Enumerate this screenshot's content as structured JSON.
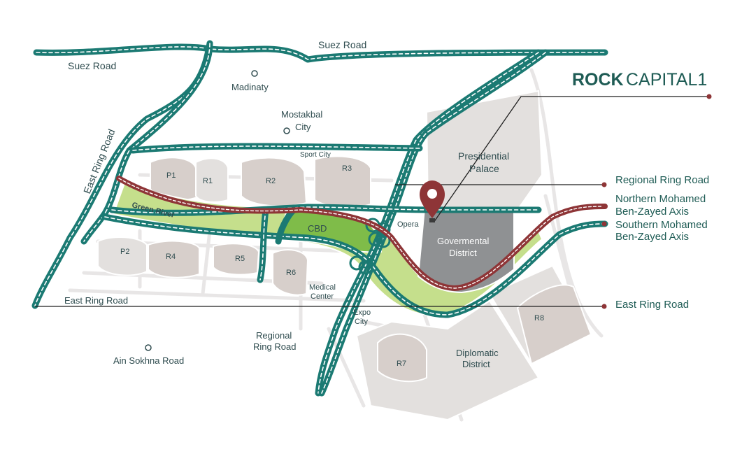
{
  "brand": {
    "prefix": "ROCK",
    "suffix": "CAPITAL1"
  },
  "colors": {
    "road_green": "#1b7a73",
    "road_red": "#8e3537",
    "green_river": "#c5df8c",
    "cbd": "#7fbc49",
    "government": "#8f9193",
    "zone": "#e3e0de",
    "marker": "#8e3537"
  },
  "legend": [
    {
      "label": "Regional Ring Road"
    },
    {
      "label": "Northern Mohamed",
      "label2": "Ben-Zayed Axis"
    },
    {
      "label": "Southern Mohamed",
      "label2": "Ben-Zayed Axis"
    },
    {
      "label": "East Ring Road"
    }
  ],
  "roads": {
    "suez_top": "Suez Road",
    "suez_left": "Suez Road",
    "east_ring_diag": "East Ring Road",
    "east_ring_low": "East Ring Road",
    "regional_ring_1": "Regional",
    "regional_ring_2": "Ring Road",
    "sport_city": "Sport City",
    "green_river": "Green River"
  },
  "places": {
    "madinaty": "Madinaty",
    "mostakbal_1": "Mostakbal",
    "mostakbal_2": "City",
    "ain_sokhna": "Ain Sokhna Road",
    "presidential_1": "Presidential",
    "presidential_2": "Palace",
    "governmental_1": "Govermental",
    "governmental_2": "District",
    "opera": "Opera",
    "cbd": "CBD",
    "medical_1": "Medical",
    "medical_2": "Center",
    "expo_1": "Expo",
    "expo_2": "City",
    "diplomatic_1": "Diplomatic",
    "diplomatic_2": "District"
  },
  "zones": [
    "P1",
    "R1",
    "R2",
    "R3",
    "P2",
    "R4",
    "R5",
    "R6",
    "R7",
    "R8"
  ],
  "marker_icon": "location-pin-icon",
  "place_icon": "circle-marker-icon"
}
